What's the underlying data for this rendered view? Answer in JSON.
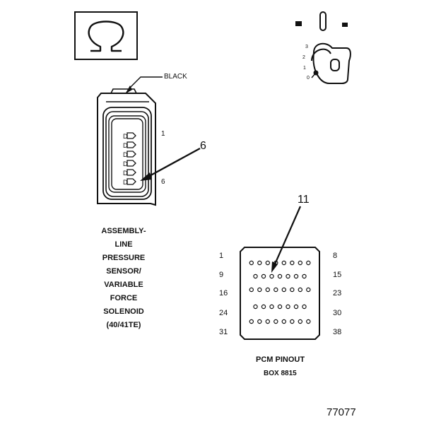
{
  "ohm_box": {
    "symbol": "Ω",
    "icon": "ohm-symbol-icon"
  },
  "ignition": {
    "icon": "ignition-key-icon",
    "positions": [
      "3",
      "2",
      "1",
      "0"
    ]
  },
  "connector": {
    "wire_color": "BLACK",
    "pin_first": "1",
    "pin_last": "6",
    "callout": "6",
    "title_lines": [
      "ASSEMBLY-",
      "LINE",
      "PRESSURE",
      "SENSOR/",
      "VARIABLE",
      "FORCE",
      "SOLENOID",
      "(40/41TE)"
    ]
  },
  "pcm": {
    "callout": "11",
    "row_labels_left": [
      "1",
      "9",
      "16",
      "24",
      "31"
    ],
    "row_labels_right": [
      "8",
      "15",
      "23",
      "30",
      "38"
    ],
    "pin_rows": [
      8,
      7,
      8,
      7,
      8
    ],
    "title": "PCM PINOUT",
    "subtitle": "BOX 8815"
  },
  "figure_number": "77077"
}
